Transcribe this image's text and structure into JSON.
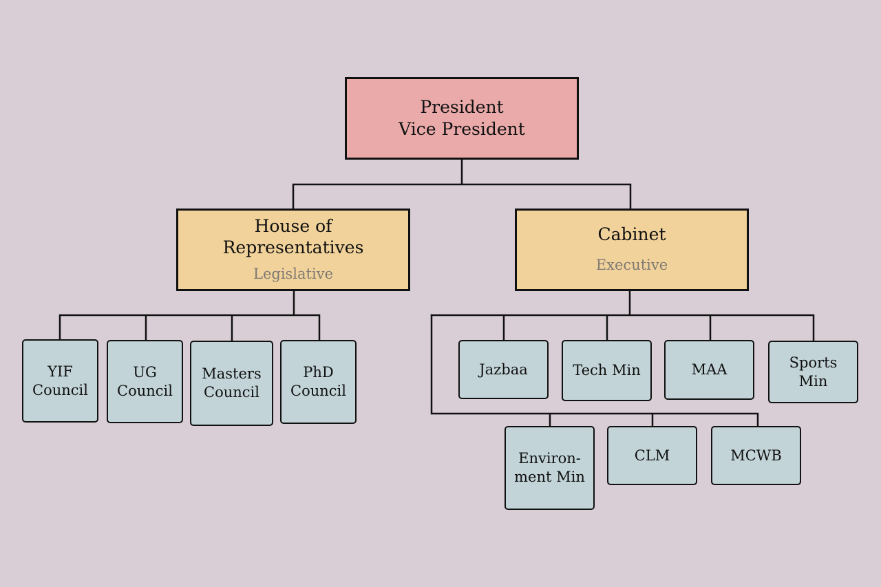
{
  "colors": {
    "background": "#d9ced6",
    "top_fill": "#eaaaaa",
    "branch_fill": "#f1d29b",
    "leaf_fill": "#c2d4d8",
    "subtitle": "#807a73",
    "line": "#111111"
  },
  "top": {
    "line1": "President",
    "line2": "Vice President"
  },
  "legislature": {
    "title_line1": "House of",
    "title_line2": "Representatives",
    "subtitle": "Legislative"
  },
  "executive": {
    "title": "Cabinet",
    "subtitle": "Executive"
  },
  "councils": [
    {
      "line1": "YIF",
      "line2": "Council"
    },
    {
      "line1": "UG",
      "line2": "Council"
    },
    {
      "line1": "Masters",
      "line2": "Council"
    },
    {
      "line1": "PhD",
      "line2": "Council"
    }
  ],
  "ministries_row1": [
    {
      "line1": "Jazbaa",
      "line2": ""
    },
    {
      "line1": "Tech Min",
      "line2": ""
    },
    {
      "line1": "MAA",
      "line2": ""
    },
    {
      "line1": "Sports",
      "line2": "Min"
    }
  ],
  "ministries_row2": [
    {
      "line1": "Environ-",
      "line2": "ment Min"
    },
    {
      "line1": "CLM",
      "line2": ""
    },
    {
      "line1": "MCWB",
      "line2": ""
    }
  ]
}
